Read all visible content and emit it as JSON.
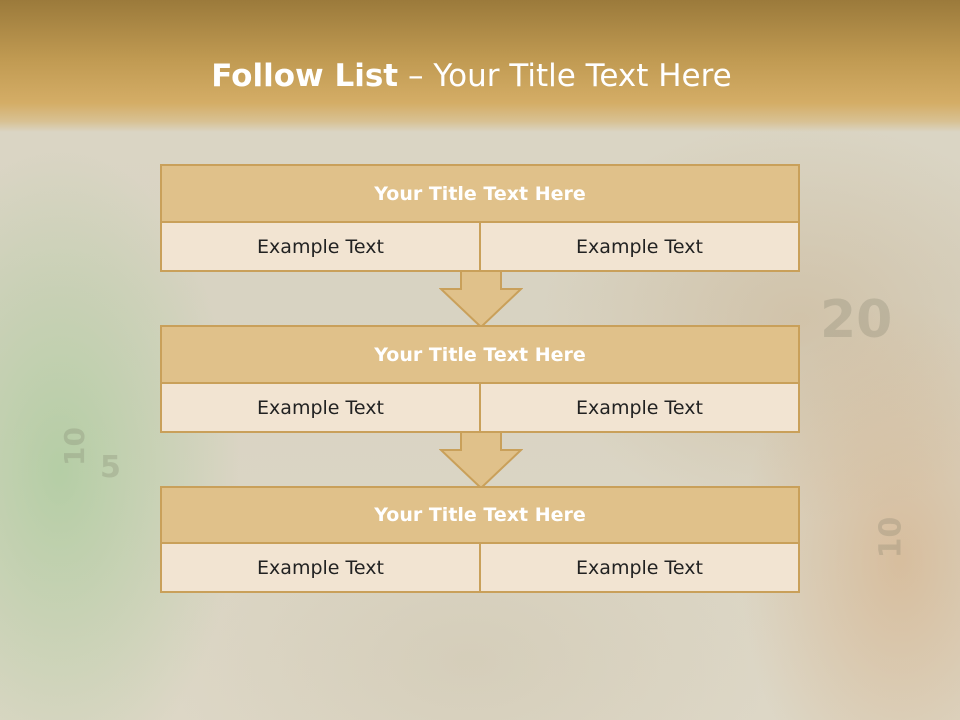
{
  "slide": {
    "title_bold": "Follow List",
    "title_rest": "– Your Title Text Here"
  },
  "boxes": [
    {
      "title": "Your Title Text Here",
      "left": "Example Text",
      "right": "Example Text"
    },
    {
      "title": "Your Title Text Here",
      "left": "Example Text",
      "right": "Example Text"
    },
    {
      "title": "Your Title Text Here",
      "left": "Example Text",
      "right": "Example Text"
    }
  ],
  "colors": {
    "header": "#c09a52",
    "box_title_fill": "#e0c18a",
    "box_cell_fill": "#f2e4d2",
    "border": "#c9a05a"
  },
  "icons": [
    "down-arrow-icon"
  ]
}
